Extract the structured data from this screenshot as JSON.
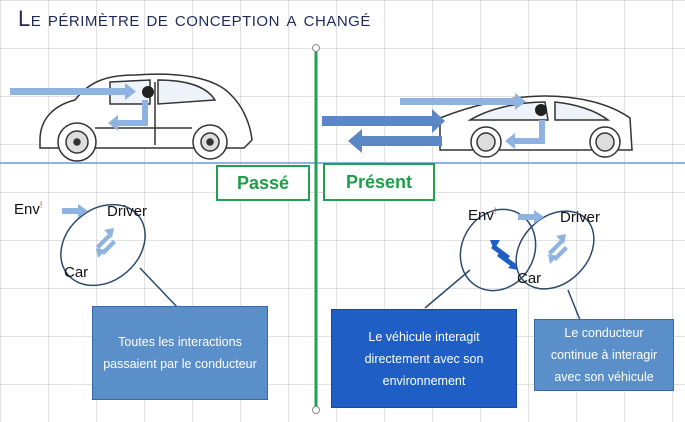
{
  "title": "Le périmètre de conception a changé",
  "labels": {
    "past": "Passé",
    "present": "Présent"
  },
  "nodes": {
    "left_env": "Env",
    "left_env_mark": "!",
    "left_driver": "Driver",
    "left_car": "Car",
    "right_env": "Env",
    "right_env_mark": "!",
    "right_driver": "Driver",
    "right_car": "Car"
  },
  "notes": {
    "past": "Toutes les interactions passaient par le conducteur",
    "present_vehicle": "Le véhicule interagit directement avec son environnement",
    "present_driver": "Le conducteur continue à interagir avec son véhicule"
  },
  "colors": {
    "title": "#1f2a5a",
    "green": "#20a050",
    "light_blue": "#8fb3e0",
    "mid_blue": "#5b87c5",
    "dark_blue": "#1f5ec5",
    "note_light": "#5b8fc9",
    "note_dark": "#1f5ec5",
    "ellipse": "#2b4a6e"
  }
}
